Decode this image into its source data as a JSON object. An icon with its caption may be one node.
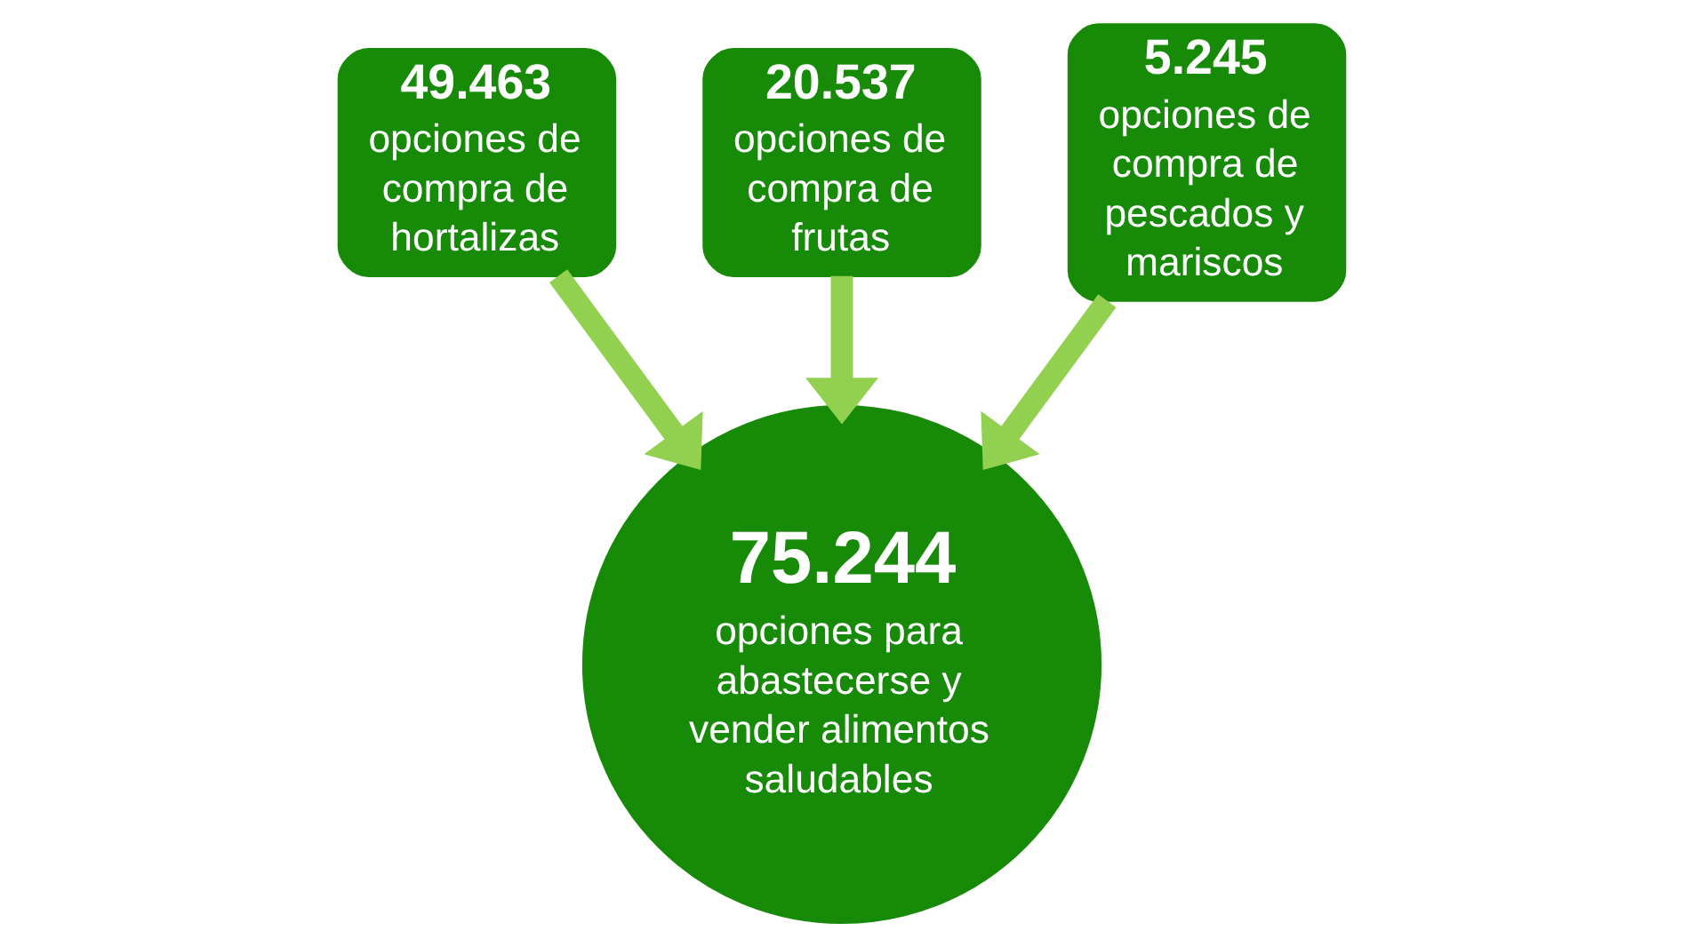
{
  "diagram": {
    "nodes": [
      {
        "text": [
          "49.463",
          "opciones de compra de hortalizas"
        ]
      },
      {
        "text": [
          "20.537",
          "opciones de compra de frutas"
        ]
      },
      {
        "text": [
          "5.245",
          "opciones de compra de pescados y mariscos"
        ]
      },
      {
        "text": [
          "75.244",
          "opciones para abastecerse y vender alimentos saludables"
        ]
      }
    ],
    "edges": [
      {
        "from": 0,
        "to": 3,
        "arrow": "to"
      },
      {
        "from": 1,
        "to": 3,
        "arrow": "to"
      },
      {
        "from": 2,
        "to": 3,
        "arrow": "to"
      }
    ]
  }
}
